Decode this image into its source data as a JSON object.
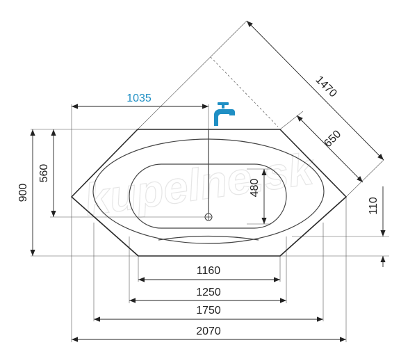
{
  "watermark": "kupelne.sk",
  "colors": {
    "accent": "#1f8fc4",
    "line": "#222222"
  },
  "icons": {
    "faucet": "faucet-icon",
    "drain": "drain-icon"
  },
  "dimensions": {
    "tap_offset": "1035",
    "diagonal_total": "1470",
    "diagonal_side": "650",
    "height_total": "900",
    "height_inner": "560",
    "basin_width": "480",
    "bottom_offset": "110",
    "width_1": "1160",
    "width_2": "1250",
    "width_3": "1750",
    "width_total": "2070"
  }
}
